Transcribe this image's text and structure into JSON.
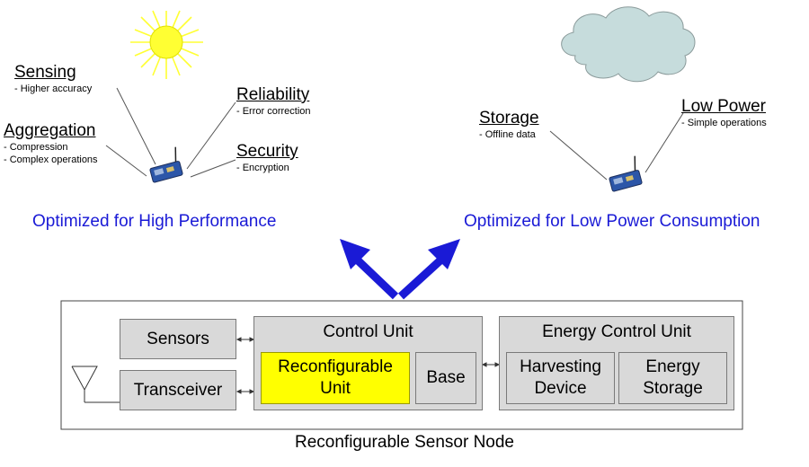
{
  "high_perf": {
    "label": "Optimized for High Performance",
    "features": [
      {
        "title": "Sensing",
        "detail": "- Higher accuracy"
      },
      {
        "title": "Aggregation",
        "detail_lines": [
          "- Compression",
          "- Complex operations"
        ]
      },
      {
        "title": "Reliability",
        "detail": "- Error correction"
      },
      {
        "title": "Security",
        "detail": "- Encryption"
      }
    ]
  },
  "low_power": {
    "label": "Optimized for Low Power Consumption",
    "features": [
      {
        "title": "Storage",
        "detail": "- Offline data"
      },
      {
        "title": "Low Power",
        "detail": "- Simple operations"
      }
    ]
  },
  "node": {
    "caption": "Reconfigurable Sensor Node",
    "sensors": "Sensors",
    "transceiver": "Transceiver",
    "control_unit": {
      "title": "Control Unit",
      "reconfigurable_unit": "Reconfigurable Unit",
      "base": "Base"
    },
    "energy_control_unit": {
      "title": "Energy Control Unit",
      "harvesting_device": "Harvesting Device",
      "energy_storage": "Energy Storage"
    }
  },
  "colors": {
    "accent_text": "#1a1ad6",
    "arrow": "#1a1ad6",
    "sun": "#ffff33",
    "cloud": "#c6dcdc",
    "box_fill": "#d9d9d9",
    "highlight": "#ffff00"
  },
  "icons": [
    "sun-icon",
    "cloud-icon",
    "sensor-board-icon",
    "antenna-icon"
  ]
}
